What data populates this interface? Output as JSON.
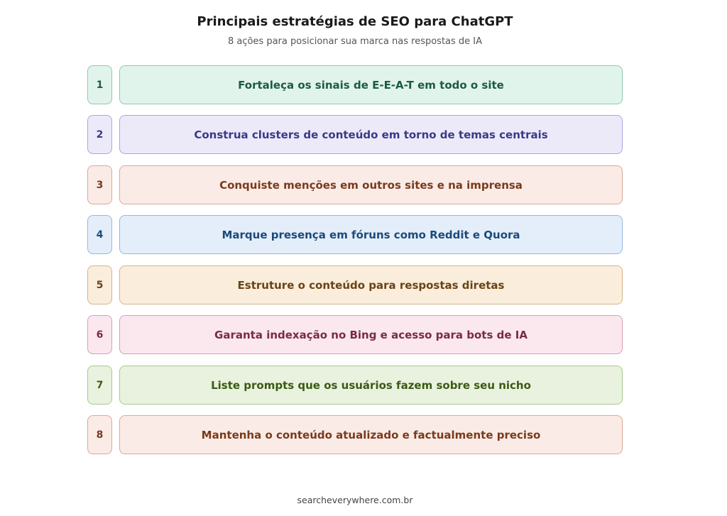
{
  "header": {
    "title": "Principais estratégias de SEO para ChatGPT",
    "subtitle": "8 ações para posicionar sua marca nas respostas de IA"
  },
  "items": [
    {
      "number": "1",
      "label": "Fortaleça os sinais de E-E-A-T em todo o site",
      "bg": "#e1f4ec",
      "border": "#8fc9ad",
      "text": "#1d5a46"
    },
    {
      "number": "2",
      "label": "Construa clusters de conteúdo em torno de temas centrais",
      "bg": "#eceaf9",
      "border": "#aba5dc",
      "text": "#3a3a88"
    },
    {
      "number": "3",
      "label": "Conquiste menções em outros sites e na imprensa",
      "bg": "#faebe6",
      "border": "#dba898",
      "text": "#7a3a1c"
    },
    {
      "number": "4",
      "label": "Marque presença em fóruns como Reddit e Quora",
      "bg": "#e4eefa",
      "border": "#94b8de",
      "text": "#1d4a7a"
    },
    {
      "number": "5",
      "label": "Estruture o conteúdo para respostas diretas",
      "bg": "#faeddb",
      "border": "#d5b48a",
      "text": "#6a4414"
    },
    {
      "number": "6",
      "label": "Garanta indexação no Bing e acesso para bots de IA",
      "bg": "#fae8ee",
      "border": "#d5a0b4",
      "text": "#7a2a48"
    },
    {
      "number": "7",
      "label": "Liste prompts que os usuários fazem sobre seu nicho",
      "bg": "#e9f2de",
      "border": "#a9c892",
      "text": "#3a5a14"
    },
    {
      "number": "8",
      "label": "Mantenha o conteúdo atualizado e factualmente preciso",
      "bg": "#faebe6",
      "border": "#dba898",
      "text": "#7a3a1c"
    }
  ],
  "footer": {
    "text": "searcheverywhere.com.br"
  }
}
